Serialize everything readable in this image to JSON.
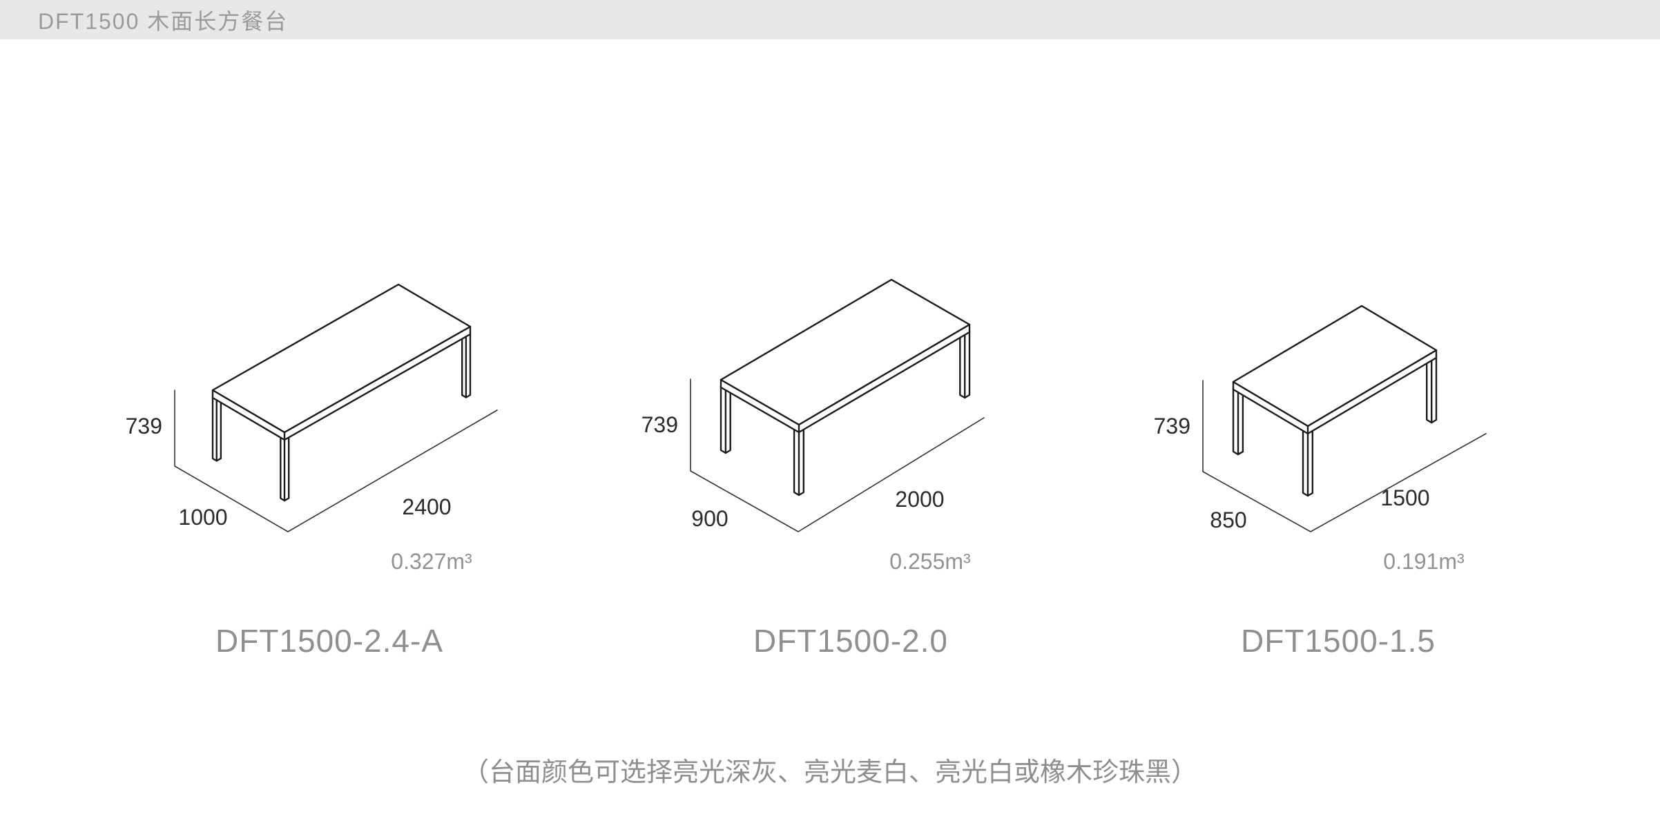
{
  "header": {
    "title": "DFT1500 木面长方餐台"
  },
  "products": [
    {
      "model": "DFT1500-2.4-A",
      "height_mm": "739",
      "depth_mm": "1000",
      "length_mm": "2400",
      "volume": "0.327m³"
    },
    {
      "model": "DFT1500-2.0",
      "height_mm": "739",
      "depth_mm": "900",
      "length_mm": "2000",
      "volume": "0.255m³"
    },
    {
      "model": "DFT1500-1.5",
      "height_mm": "739",
      "depth_mm": "850",
      "length_mm": "1500",
      "volume": "0.191m³"
    }
  ],
  "footer": {
    "note": "（台面颜色可选择亮光深灰、亮光麦白、亮光白或橡木珍珠黑）"
  },
  "colors": {
    "line": "#1a1a1a",
    "dim_line": "#333333",
    "dim_text": "#2b2b2b",
    "muted_text": "#929292",
    "header_bg": "#e8e8e8",
    "header_text": "#9a9a9a"
  }
}
